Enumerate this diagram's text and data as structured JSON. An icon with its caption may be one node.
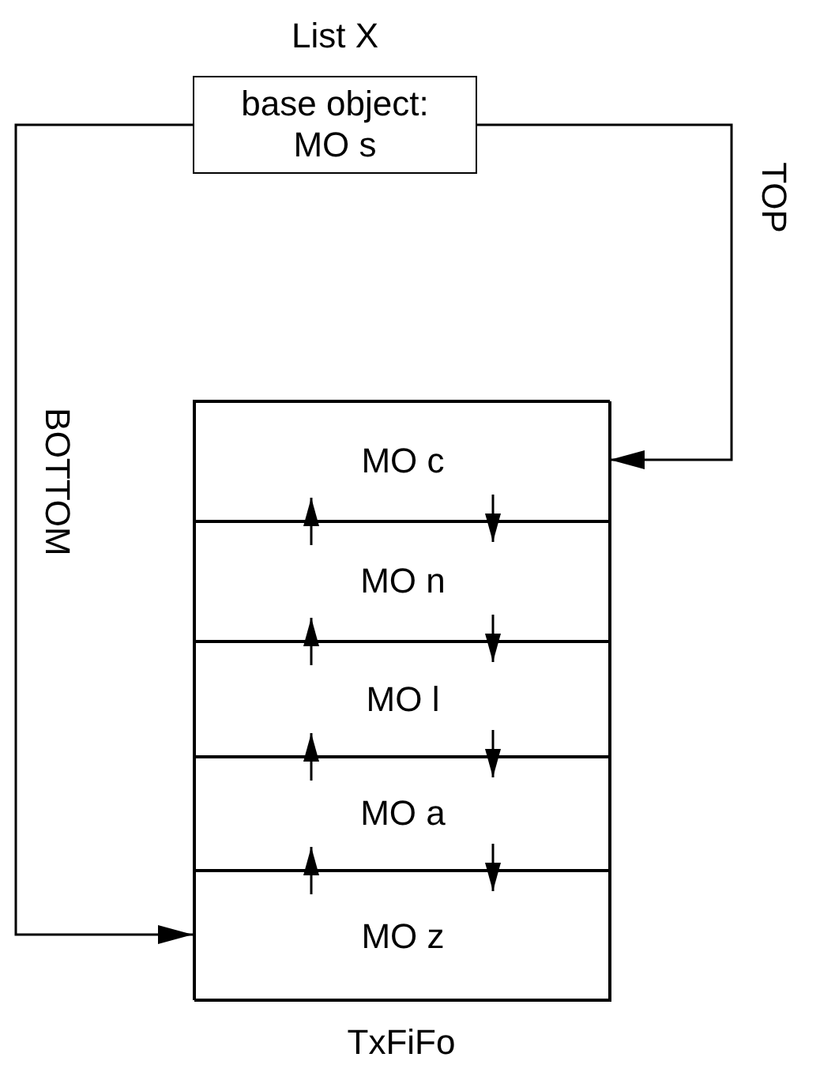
{
  "diagram": {
    "nodes": [
      {
        "text": [
          "base object: MO s"
        ],
        "beside": [
          "List X"
        ]
      },
      {
        "text": [],
        "shape": "box",
        "beside": [
          "TxFiFo"
        ]
      },
      {
        "text": [
          "MO c"
        ],
        "in": 1
      },
      {
        "text": [
          "MO n"
        ],
        "in": 1
      },
      {
        "text": [
          "MO l"
        ],
        "in": 1
      },
      {
        "text": [
          "MO a"
        ],
        "in": 1
      },
      {
        "text": [
          "MO z"
        ],
        "in": 1
      }
    ],
    "edges": [
      {
        "from": 0,
        "to": 2,
        "arrow": "to",
        "label": "TOP"
      },
      {
        "from": 0,
        "to": 6,
        "arrow": "to",
        "label": "BOTTOM"
      },
      {
        "from": 3,
        "to": 2,
        "arrow": "to"
      },
      {
        "from": 2,
        "to": 3,
        "arrow": "to"
      },
      {
        "from": 4,
        "to": 3,
        "arrow": "to"
      },
      {
        "from": 3,
        "to": 4,
        "arrow": "to"
      },
      {
        "from": 5,
        "to": 4,
        "arrow": "to"
      },
      {
        "from": 4,
        "to": 5,
        "arrow": "to"
      },
      {
        "from": 6,
        "to": 5,
        "arrow": "to"
      },
      {
        "from": 5,
        "to": 6,
        "arrow": "to"
      }
    ]
  }
}
